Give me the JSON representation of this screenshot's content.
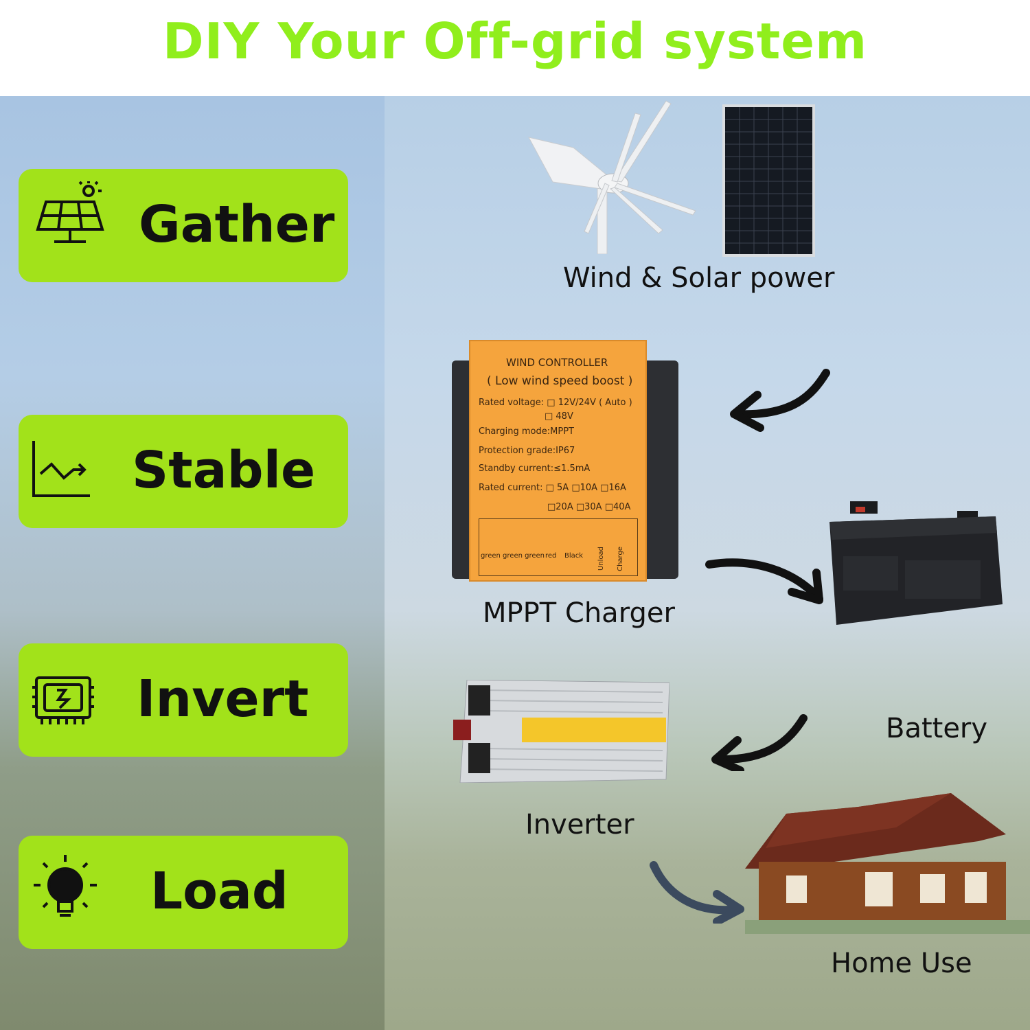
{
  "header": {
    "title": "DIY Your Off-grid system"
  },
  "features": [
    {
      "label": "Gather",
      "icon": "solar-panel-icon"
    },
    {
      "label": "Stable",
      "icon": "trend-chart-icon"
    },
    {
      "label": "Invert",
      "icon": "inverter-chip-icon"
    },
    {
      "label": "Load",
      "icon": "light-bulb-icon"
    }
  ],
  "diagram": {
    "wind_solar_caption": "Wind & Solar power",
    "mppt_caption": "MPPT Charger",
    "battery_caption": "Battery",
    "inverter_caption": "Inverter",
    "home_caption": "Home Use"
  },
  "controller_label": {
    "title": "WIND CONTROLLER",
    "subtitle": "( Low wind speed boost )",
    "rated_voltage": "Rated voltage: □ 12V/24V ( Auto )",
    "rated_voltage_alt": "□ 48V",
    "charging_mode": "Charging mode:MPPT",
    "protection": "Protection grade:IP67",
    "standby": "Standby current:≤1.5mA",
    "rated_current": "Rated current: □ 5A □10A □16A",
    "rated_current_alt": "□20A □30A □40A",
    "terminal_green": "green green green",
    "terminal_red": "red",
    "terminal_black": "Black",
    "unload": "Unload",
    "charge": "Charge"
  },
  "colors": {
    "title": "#90ee1c",
    "card": "#a2e21a",
    "arrow": "#111111",
    "home_arrow": "#3b4a5e"
  }
}
